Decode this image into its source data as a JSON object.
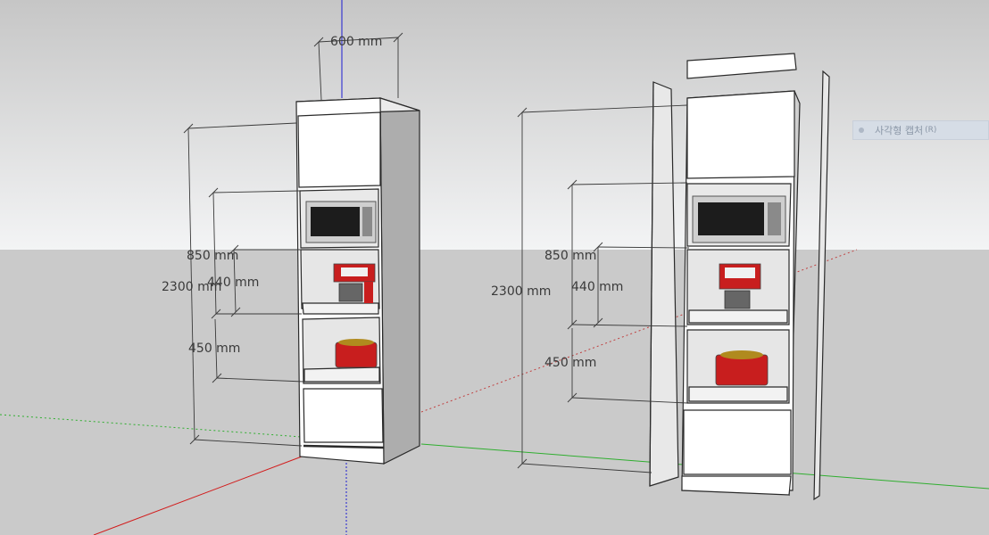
{
  "colors": {
    "sky_top": "#c9c9c9",
    "sky_bottom": "#f2f3f4",
    "ground": "#cacaca",
    "cabinet_face": "#ffffff",
    "cabinet_side": "#adadad",
    "outline": "#2a2a2a",
    "axis_red": "#d21c1c",
    "axis_green": "#2fae2f",
    "axis_blue": "#1c1cd2",
    "appliance_red": "#c81e1e"
  },
  "dimensions_left": {
    "width": "600 mm",
    "total_height": "2300 mm",
    "upper_bay": "850 mm",
    "shelf": "440 mm",
    "lower_bay": "450 mm"
  },
  "dimensions_right": {
    "total_height": "2300 mm",
    "upper_bay": "850 mm",
    "shelf": "440 mm",
    "lower_bay": "450 mm"
  },
  "tooltip": {
    "label": "사각형 캡처",
    "shortcut": "(R)"
  },
  "icons": {
    "tooltip": "capture-dot-icon"
  }
}
